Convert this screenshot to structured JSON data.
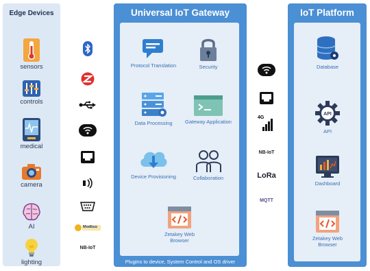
{
  "edge": {
    "title": "Edge Devices",
    "items": [
      {
        "label": "sensors",
        "icon": "thermometer-icon"
      },
      {
        "label": "controls",
        "icon": "sliders-icon"
      },
      {
        "label": "medical",
        "icon": "medical-monitor-icon"
      },
      {
        "label": "camera",
        "icon": "camera-icon"
      },
      {
        "label": "AI",
        "icon": "brain-icon"
      },
      {
        "label": "lighting",
        "icon": "lightbulb-icon"
      }
    ]
  },
  "left_protocols": {
    "icons": [
      "bluetooth-icon",
      "zigbee-icon",
      "usb-icon",
      "wifi-icon",
      "ethernet-icon",
      "nfc-icon",
      "serial-port-icon",
      "modbus-icon"
    ],
    "modbus_label": "Modbus",
    "nbiot_label": "NB-IoT"
  },
  "gateway": {
    "title": "Universal IoT Gateway",
    "footer": "Plugins to device, System Control and OS driver",
    "tiles": {
      "protocol": "Protocol Translation",
      "security": "Security",
      "data": "Data Processing",
      "gwapp": "Gateway Application",
      "provision": "Device Provisioning",
      "collab": "Collaboration",
      "browser": "Zetakey Web Browser"
    }
  },
  "right_protocols": {
    "icons": [
      "wifi-icon",
      "ethernet-icon",
      "cellular-4g-icon"
    ],
    "fourg_label": "4G",
    "nbiot_label": "NB-IoT",
    "lora_label": "LoRa",
    "mqtt_label": "MQTT"
  },
  "platform": {
    "title": "IoT Platform",
    "items": {
      "database": "Database",
      "api": "API",
      "dashboard": "Dashboard",
      "browser": "Zetakey Web Browser"
    }
  },
  "colors": {
    "panel_blue": "#4b8fd4",
    "panel_light": "#e6eef8",
    "edge_bg": "#dde8f5",
    "label_blue": "#3a6fb0"
  }
}
